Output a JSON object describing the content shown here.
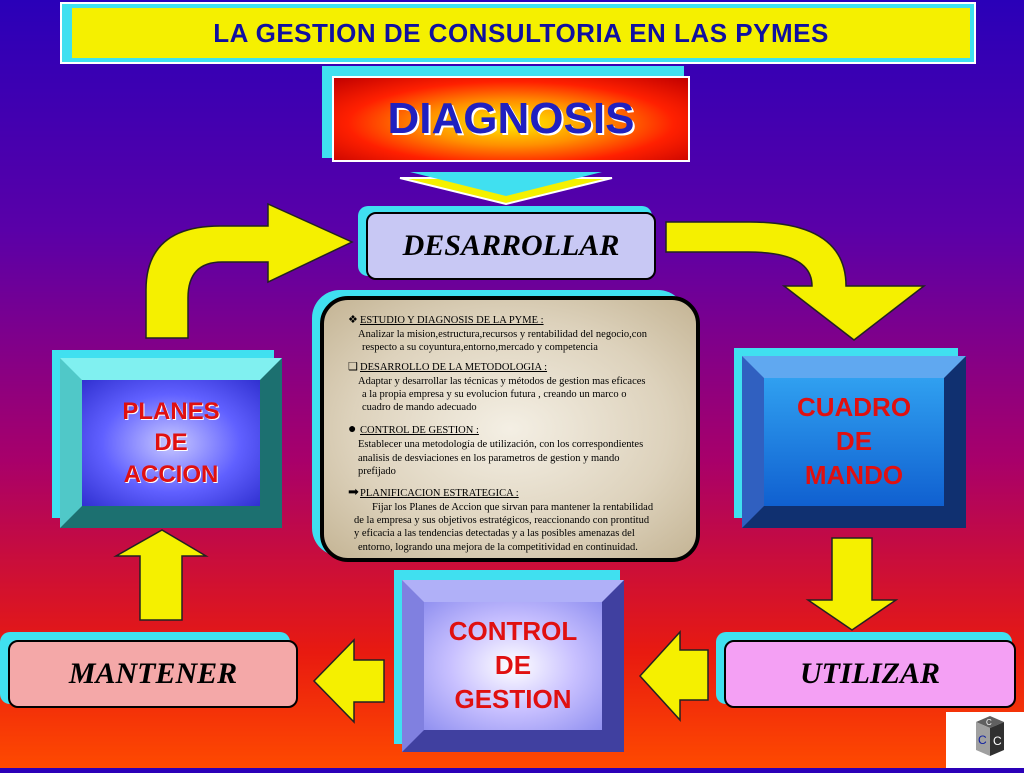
{
  "title": "LA GESTION DE CONSULTORIA EN LAS PYMES",
  "diagnosis": "DIAGNOSIS",
  "nodes": {
    "desarrollar": "DESARROLLAR",
    "cuadro": [
      "CUADRO",
      "DE",
      "MANDO"
    ],
    "utilizar": "UTILIZAR",
    "control": [
      "CONTROL",
      "DE",
      "GESTION"
    ],
    "mantener": "MANTENER",
    "planes": [
      "PLANES",
      "DE",
      "ACCION"
    ]
  },
  "center_panel": {
    "sections": [
      {
        "icon": "diamond-bullet-icon",
        "heading": "ESTUDIO Y DIAGNOSIS DE LA PYME :",
        "lines": [
          "Analizar la mision,estructura,recursos y rentabilidad del negocio,con",
          "respecto a su coyuntura,entorno,mercado  y competencia"
        ]
      },
      {
        "icon": "square-bullet-icon",
        "heading": "DESARROLLO DE LA METODOLOGIA :",
        "lines": [
          "Adaptar y desarrollar las técnicas y métodos de gestion mas eficaces",
          "a la propia empresa y su evolucion futura , creando un marco o",
          "cuadro de mando adecuado"
        ]
      },
      {
        "icon": "circle-bullet-icon",
        "heading": "CONTROL DE GESTION :",
        "lines": [
          "Establecer una metodología de utilización, con los correspondientes",
          "analisis de desviaciones en los parametros de gestion y mando",
          "prefijado"
        ]
      },
      {
        "icon": "arrow-bullet-icon",
        "heading": "PLANIFICACION ESTRATEGICA :",
        "lines": [
          "Fijar los Planes de Accion que sirvan para mantener la rentabilidad",
          "de la empresa y sus objetivos estratégicos, reaccionando con prontitud",
          "y eficacia a las tendencias detectadas y a las posibles amenazas del",
          "entorno, logrando una mejora de la competitividad en continuidad."
        ]
      }
    ]
  },
  "colors": {
    "title_bg": "#f5f000",
    "title_text": "#1010a0",
    "accent_shadow": "#40e0f0",
    "arrow_fill": "#f5f000",
    "node_text_red": "#e01010"
  },
  "logo": {
    "icon": "cube-logo-icon",
    "letters": [
      "C",
      "C",
      "C"
    ]
  }
}
